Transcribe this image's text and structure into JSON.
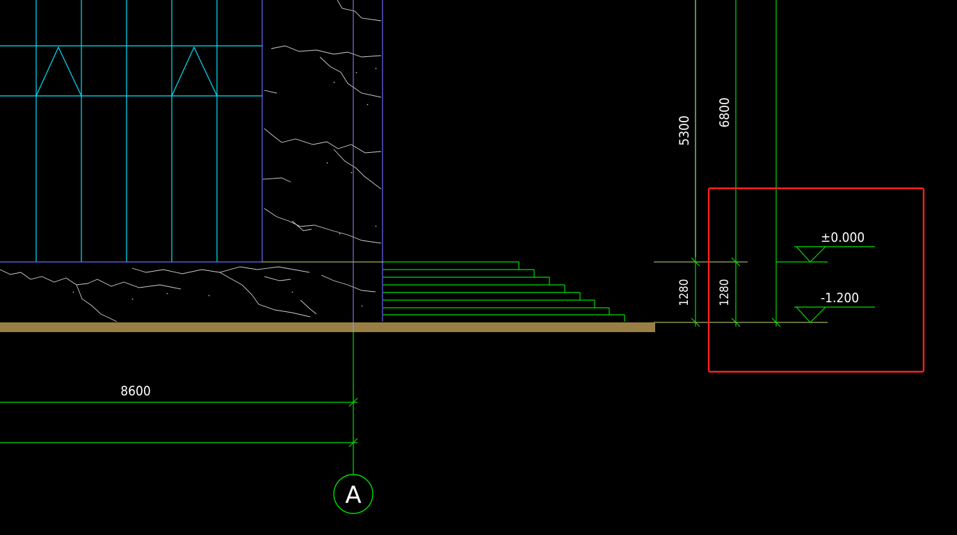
{
  "colors": {
    "background": "#000000",
    "curtain_wall": "#00e5ff",
    "stone_edge": "#6b6bff",
    "crack_lines": "#d8d8d8",
    "dimension_lines": "#00e000",
    "level_line": "#c8e070",
    "ground_band": "#9a7f45",
    "highlight_box": "#ff2020"
  },
  "dimensions": {
    "vertical": [
      {
        "text": "5300"
      },
      {
        "text": "6800"
      },
      {
        "text": "1280"
      },
      {
        "text": "1280"
      }
    ],
    "horizontal": [
      {
        "text": "8600"
      }
    ]
  },
  "levels": [
    {
      "text": "±0.000"
    },
    {
      "text": "-1.200"
    }
  ],
  "grid_axis": {
    "label": "A"
  }
}
